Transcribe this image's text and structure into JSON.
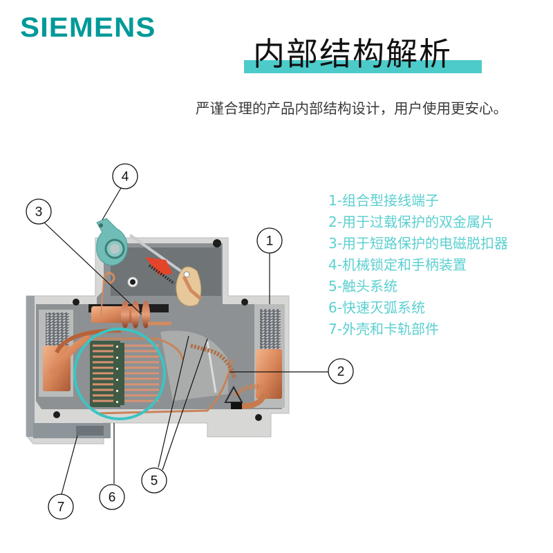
{
  "brand": {
    "logo_text": "SIEMENS",
    "color": "#009999"
  },
  "header": {
    "title": "内部结构解析",
    "title_bar_color": "#4dcbcb",
    "subtitle": "严谨合理的产品内部结构设计，用户使用更安心。"
  },
  "legend": {
    "color": "#5ccfd0",
    "items": [
      {
        "num": "1",
        "label": "1-组合型接线端子"
      },
      {
        "num": "2",
        "label": "2-用于过载保护的双金属片"
      },
      {
        "num": "3",
        "label": "3-用于短路保护的电磁脱扣器"
      },
      {
        "num": "4",
        "label": "4-机械锁定和手柄装置"
      },
      {
        "num": "5",
        "label": "5-触头系统"
      },
      {
        "num": "6",
        "label": "6-快速灭弧系统"
      },
      {
        "num": "7",
        "label": "7-外壳和卡轨部件"
      }
    ]
  },
  "diagram": {
    "subject": "circuit-breaker-cutaway",
    "highlight_color": "#3cc4c4",
    "callouts": {
      "c1": "1",
      "c2": "2",
      "c3": "3",
      "c4": "4",
      "c5": "5",
      "c6": "6",
      "c7": "7"
    }
  }
}
